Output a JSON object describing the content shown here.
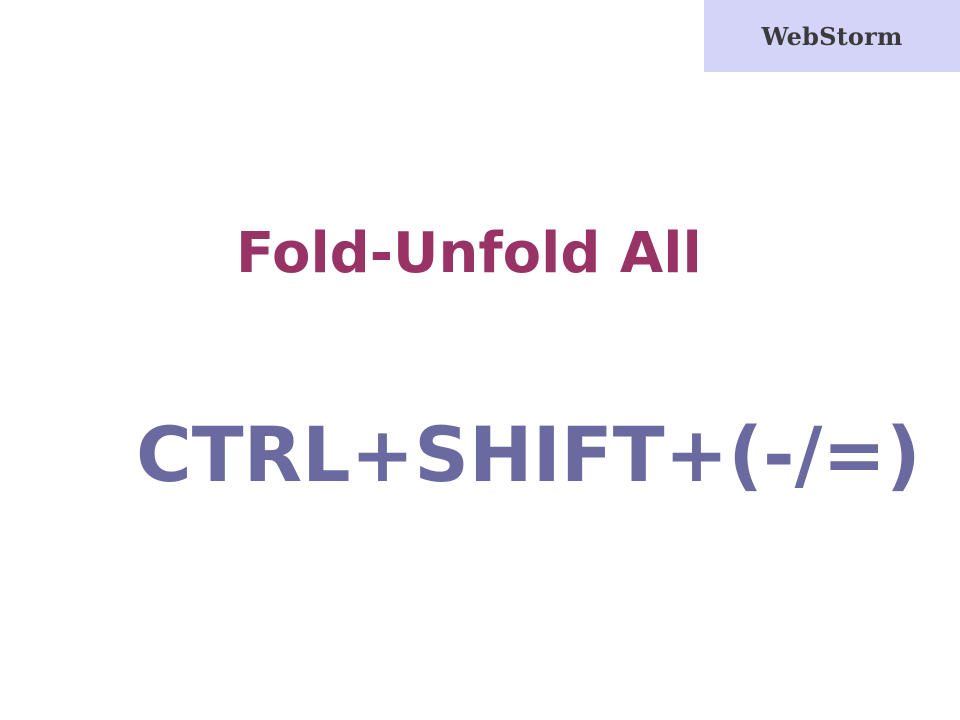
{
  "brand": {
    "label": "WebStorm"
  },
  "slide": {
    "title": "Fold-Unfold All",
    "shortcut": "CTRL+SHIFT+(-/=)"
  },
  "colors": {
    "brand_background": "#d4d4f8",
    "title": "#993366",
    "shortcut": "#6a6aa0"
  }
}
